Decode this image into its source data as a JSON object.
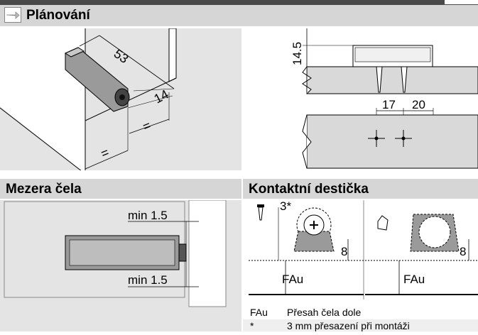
{
  "sections": {
    "planning": "Plánování",
    "front_gap": "Mezera čela",
    "contact_plate": "Kontaktní destička"
  },
  "dimensions": {
    "length": "53",
    "depth": "14",
    "equal": "=",
    "height": "14.5",
    "hole_spacing_a": "17",
    "hole_spacing_b": "20",
    "min_top": "min 1.5",
    "min_bottom": "min 1.5",
    "star_offset": "3*",
    "plate_height_left": "8",
    "plate_height_right": "8",
    "fau_left": "FAu",
    "fau_right": "FAu"
  },
  "legend": [
    {
      "key": "FAu",
      "text": "Přesah čela dole"
    },
    {
      "key": "*",
      "text": "3 mm přesazení při montáži"
    }
  ]
}
